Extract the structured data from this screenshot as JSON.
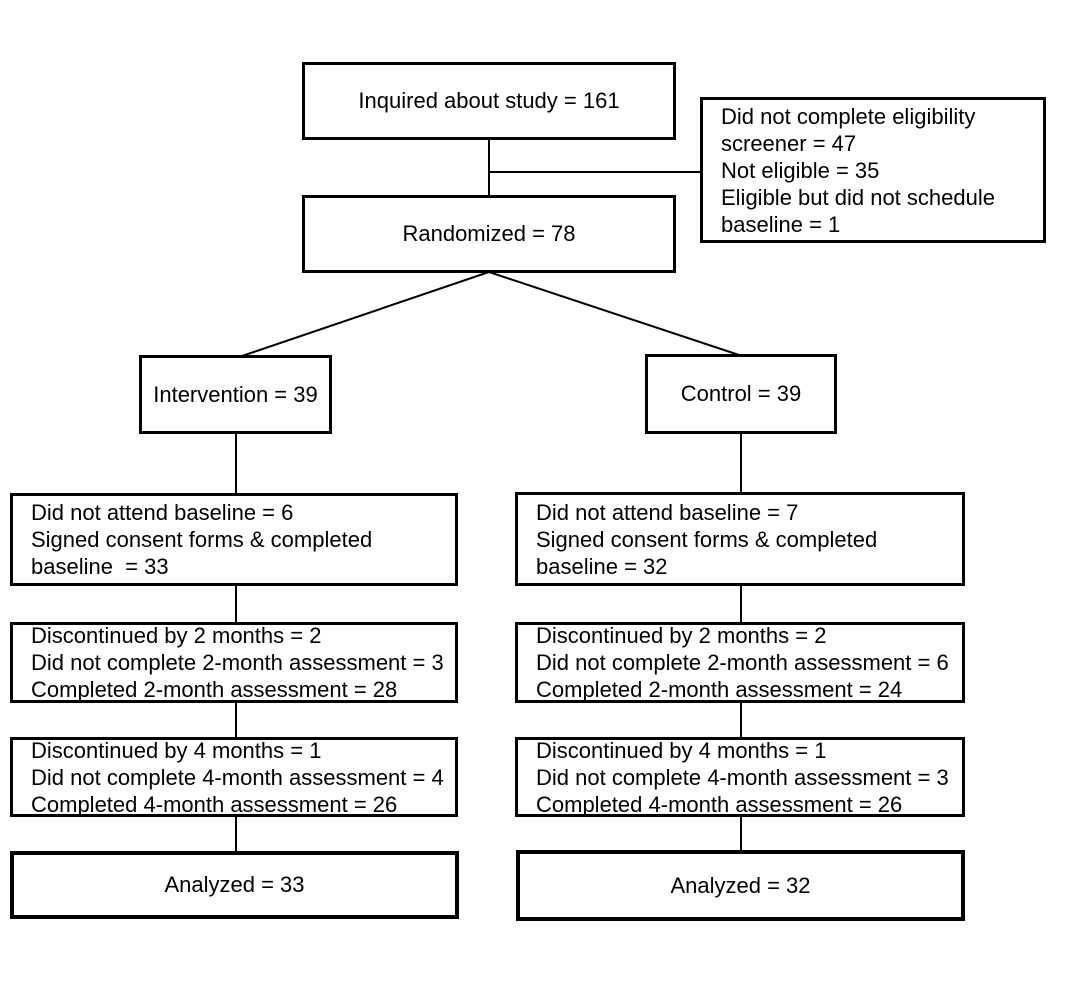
{
  "diagram": {
    "type": "study-flow-diagram",
    "colors": {
      "background": "#ffffff",
      "box_border": "#000000",
      "connector": "#000000",
      "text": "#000000"
    },
    "boxes": {
      "inquired": {
        "label": "Inquired about study = 161"
      },
      "eligibility_exclusions": {
        "lines": [
          "Did not complete eligibility",
          "screener = 47",
          "Not eligible = 35",
          "Eligible but did not schedule",
          "baseline = 1"
        ]
      },
      "randomized": {
        "label": "Randomized = 78"
      },
      "intervention": {
        "label": "Intervention = 39"
      },
      "control": {
        "label": "Control = 39"
      },
      "intervention_baseline": {
        "lines": [
          "Did not attend baseline = 6",
          "Signed consent forms & completed",
          "baseline  = 33"
        ]
      },
      "control_baseline": {
        "lines": [
          "Did not attend baseline = 7",
          "Signed consent forms & completed",
          "baseline = 32"
        ]
      },
      "intervention_2month": {
        "lines": [
          "Discontinued by 2 months = 2",
          "Did not complete 2-month assessment = 3",
          "Completed 2-month assessment = 28"
        ]
      },
      "control_2month": {
        "lines": [
          "Discontinued by 2 months = 2",
          "Did not complete 2-month assessment = 6",
          "Completed 2-month assessment = 24"
        ]
      },
      "intervention_4month": {
        "lines": [
          "Discontinued by 4 months = 1",
          "Did not complete 4-month assessment = 4",
          "Completed 4-month assessment = 26"
        ]
      },
      "control_4month": {
        "lines": [
          "Discontinued by 4 months = 1",
          "Did not complete 4-month assessment = 3",
          "Completed 4-month assessment = 26"
        ]
      },
      "intervention_analyzed": {
        "label": "Analyzed = 33"
      },
      "control_analyzed": {
        "label": "Analyzed = 32"
      }
    }
  }
}
